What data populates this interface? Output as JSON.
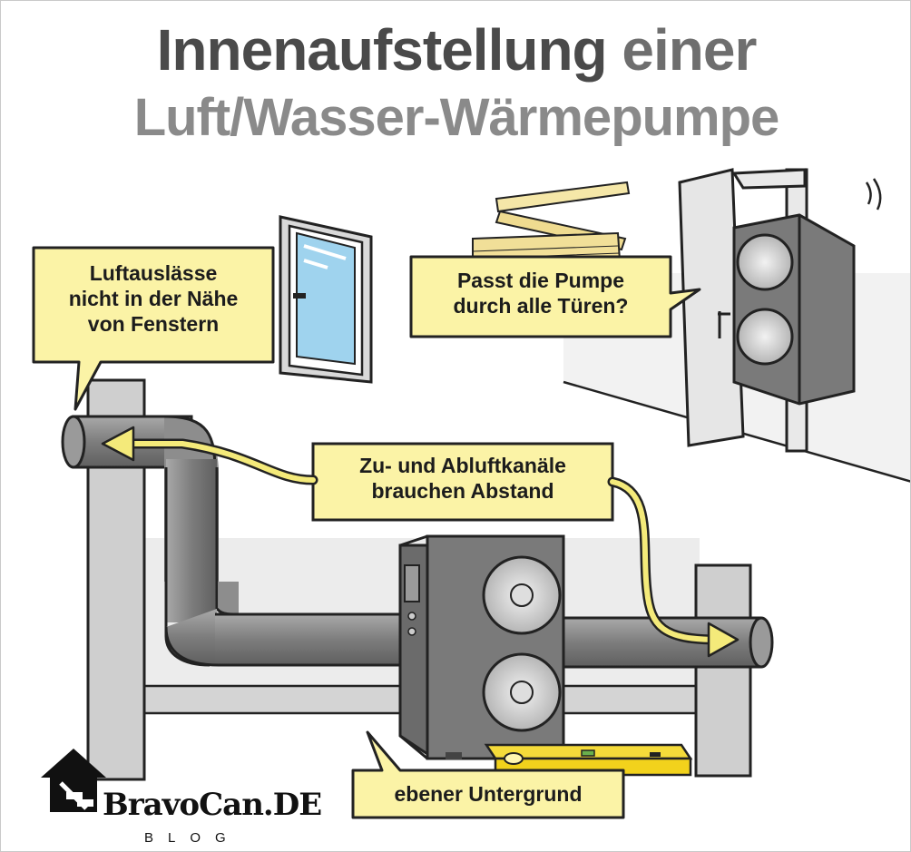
{
  "title": {
    "line1_strong": "Innenaufstellung",
    "line1_rest": "einer",
    "line2": "Luft/Wasser-Wärmepumpe"
  },
  "callouts": {
    "windows": [
      "Luftauslässe",
      "nicht in der Nähe",
      "von Fenstern"
    ],
    "doors": [
      "Passt die Pumpe",
      "durch alle Türen?"
    ],
    "ducts": [
      "Zu- und Abluftkanäle",
      "brauchen Abstand"
    ],
    "ground": [
      "ebener Untergrund"
    ]
  },
  "brand": {
    "name": "BravoCan.DE",
    "sub": "BLOG"
  },
  "colors": {
    "callout_fill": "#fbf3a6",
    "arrow": "#f4ea7a",
    "duct": "#8d8d8d",
    "wall": "#c7c7c7",
    "level": "#f2d21c"
  },
  "icons": [
    "window-icon",
    "folding-ruler-icon",
    "door-icon",
    "heat-pump-icon",
    "spirit-level-icon",
    "house-logo-icon"
  ]
}
